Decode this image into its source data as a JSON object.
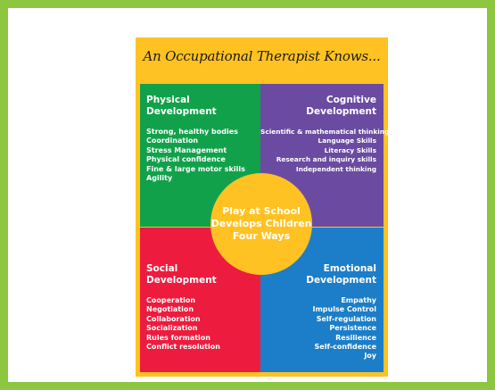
{
  "poster": {
    "title": "An Occupational Therapist Knows...",
    "center": [
      "Play at School",
      "Develops Children",
      "Four Ways"
    ],
    "quadrants": {
      "physical": {
        "heading": [
          "Physical",
          "Development"
        ],
        "color": "#12a14b",
        "items": [
          "Strong, healthy bodies",
          "Coordination",
          "Stress Management",
          "Physical confidence",
          "Fine & large motor skills",
          "Agility"
        ]
      },
      "cognitive": {
        "heading": [
          "Cognitive",
          "Development"
        ],
        "color": "#6b4ba1",
        "items": [
          "Scientific & mathematical thinking",
          "Language Skills",
          "Literacy Skills",
          "Research and inquiry skills",
          "Independent thinking"
        ]
      },
      "social": {
        "heading": [
          "Social",
          "Development"
        ],
        "color": "#ed1c3e",
        "items": [
          "Cooperation",
          "Negotiation",
          "Collaboration",
          "Socialization",
          "Rules formation",
          "Conflict resolution"
        ]
      },
      "emotional": {
        "heading": [
          "Emotional",
          "Development"
        ],
        "color": "#1c7ec8",
        "items": [
          "Empathy",
          "Impulse Control",
          "Self-regulation",
          "Persistence",
          "Resilience",
          "Self-confidence",
          "Joy"
        ]
      }
    }
  },
  "colors": {
    "border": "#8dc63f",
    "poster_bg": "#ffc222"
  }
}
